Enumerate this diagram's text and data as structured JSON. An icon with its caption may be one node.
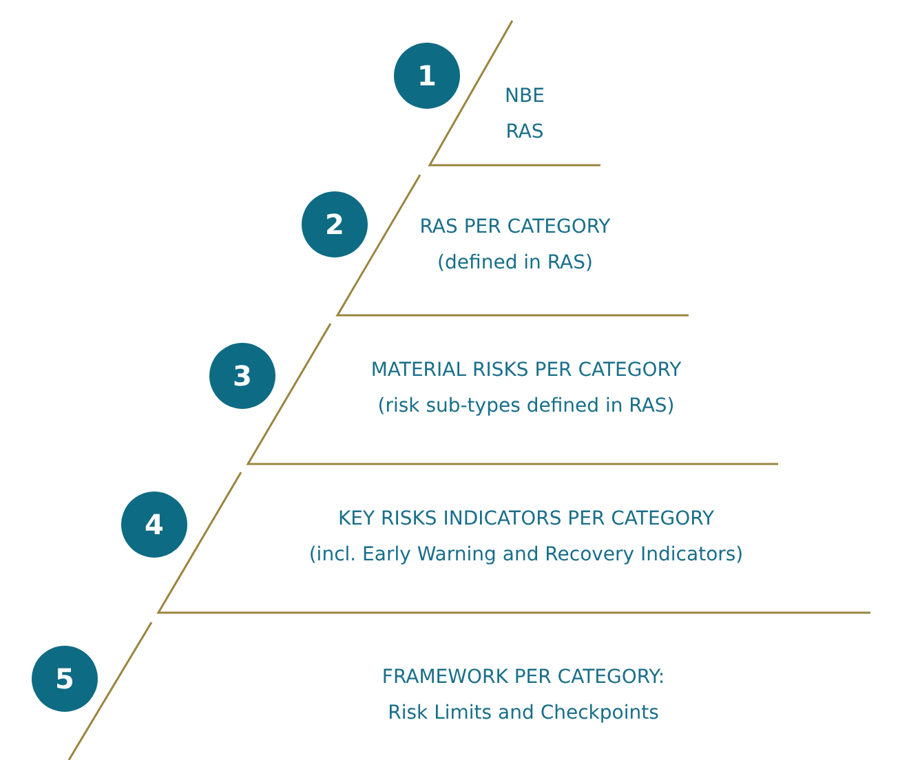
{
  "diagram": {
    "nodes": [
      {
        "text": [
          "1"
        ]
      },
      {
        "text": [
          "NBE",
          "RAS"
        ]
      },
      {
        "text": [
          "2"
        ]
      },
      {
        "text": [
          "RAS PER CATEGORY",
          "(defined in RAS)"
        ]
      },
      {
        "text": [
          "3"
        ]
      },
      {
        "text": [
          "MATERIAL RISKS PER CATEGORY",
          "(risk sub-types defined in RAS)"
        ]
      },
      {
        "text": [
          "4"
        ]
      },
      {
        "text": [
          "KEY RISKS INDICATORS PER CATEGORY",
          "(incl. Early Warning and Recovery Indicators)"
        ]
      },
      {
        "text": [
          "5"
        ]
      },
      {
        "text": [
          "FRAMEWORK PER CATEGORY:",
          "Risk Limits and Checkpoints"
        ]
      }
    ]
  }
}
